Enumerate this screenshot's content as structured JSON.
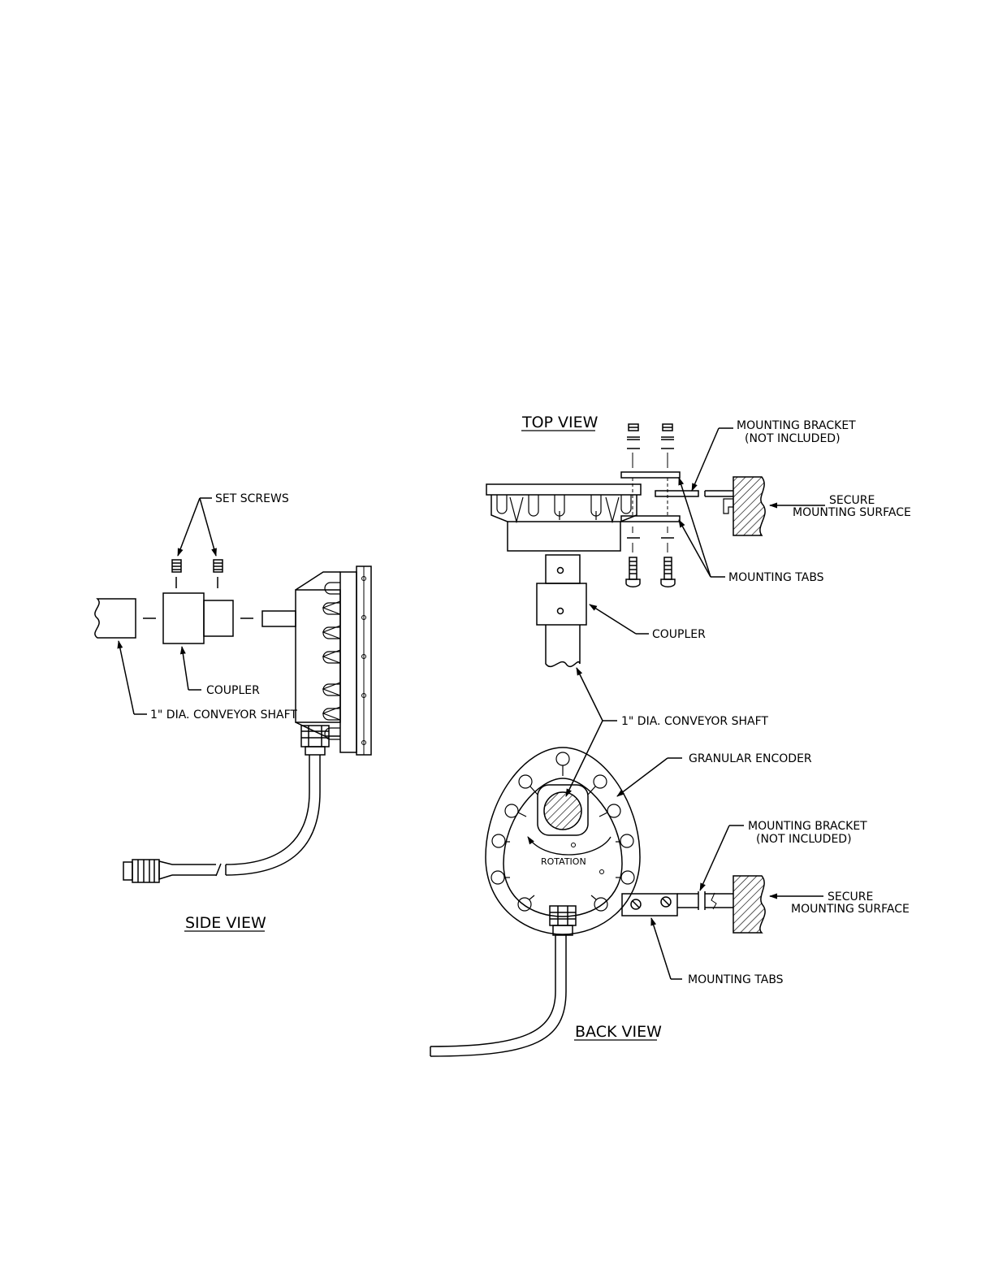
{
  "side_view": {
    "title": "SIDE VIEW",
    "set_screws": "SET SCREWS",
    "coupler": "COUPLER",
    "shaft": "1\" DIA. CONVEYOR SHAFT"
  },
  "top_view": {
    "title": "TOP VIEW",
    "bracket_line1": "MOUNTING BRACKET",
    "bracket_line2": "(NOT INCLUDED)",
    "surface_line1": "SECURE",
    "surface_line2": "MOUNTING SURFACE",
    "tabs": "MOUNTING TABS",
    "coupler": "COUPLER"
  },
  "shared": {
    "shaft": "1\" DIA. CONVEYOR SHAFT"
  },
  "back_view": {
    "title": "BACK VIEW",
    "encoder": "GRANULAR ENCODER",
    "rotation": "ROTATION",
    "bracket_line1": "MOUNTING BRACKET",
    "bracket_line2": "(NOT INCLUDED)",
    "surface_line1": "SECURE",
    "surface_line2": "MOUNTING SURFACE",
    "tabs": "MOUNTING TABS"
  }
}
